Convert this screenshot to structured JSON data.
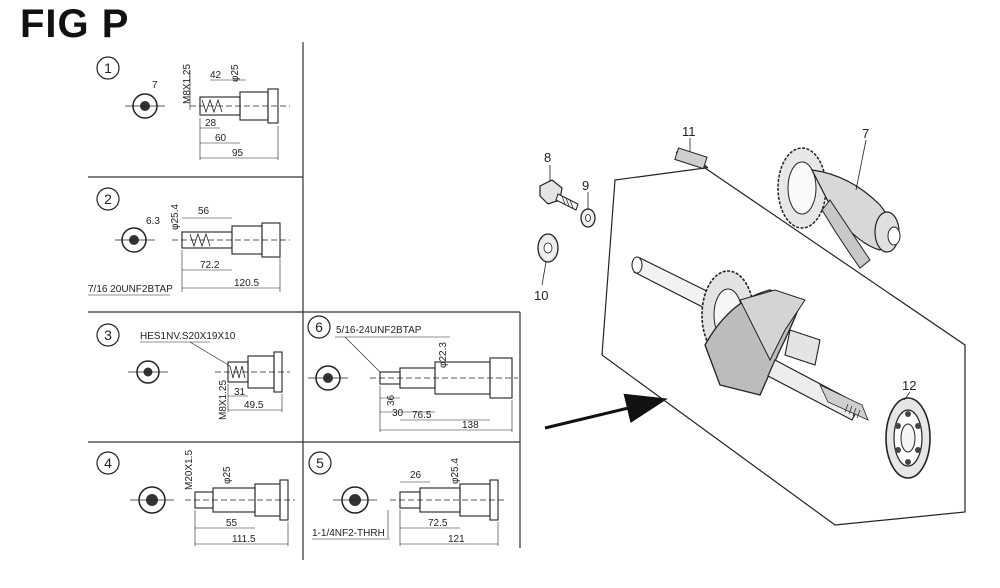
{
  "title": "FIG P",
  "variants": [
    {
      "number": "1",
      "thread_label": "M8X1.25",
      "dims": [
        "7",
        "42",
        "φ25",
        "28",
        "60",
        "95"
      ]
    },
    {
      "number": "2",
      "thread_label": "7/16 20UNF2BTAP",
      "dims": [
        "6.3",
        "φ25.4",
        "56",
        "72.2",
        "120.5"
      ]
    },
    {
      "number": "3",
      "thread_label": "HES1NV.S20X19X10",
      "dims": [
        "M8X1.25",
        "31",
        "49.5"
      ]
    },
    {
      "number": "4",
      "thread_label": "M20X1.5",
      "dims": [
        "φ25",
        "55",
        "111.5"
      ]
    },
    {
      "number": "5",
      "thread_label": "1-1/4NF2-THRH",
      "dims": [
        "26",
        "φ25.4",
        "72.5",
        "121"
      ]
    },
    {
      "number": "6",
      "thread_label": "5/16-24UNF2BTAP",
      "dims": [
        "φ22.3",
        "36",
        "30",
        "76.5",
        "138"
      ]
    }
  ],
  "callouts": [
    "7",
    "8",
    "9",
    "10",
    "11",
    "12"
  ]
}
